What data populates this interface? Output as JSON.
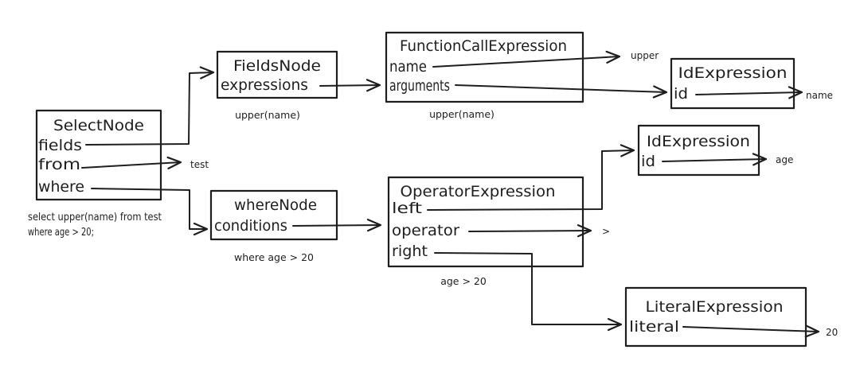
{
  "canvas": {
    "background": "#ffffff",
    "stroke_color": "#1e1e1e"
  },
  "sql_note": {
    "line1": "select upper(name) from test",
    "line2": "where age > 20;"
  },
  "nodes": {
    "select_node": {
      "title": "SelectNode",
      "field_fields": "fields",
      "field_from": "from",
      "field_where": "where"
    },
    "fields_node": {
      "title": "FieldsNode",
      "field_expressions": "expressions",
      "caption": "upper(name)"
    },
    "function_call_expression": {
      "title": "FunctionCallExpression",
      "field_name": "name",
      "field_arguments": "arguments",
      "caption": "upper(name)"
    },
    "id_expression_name": {
      "title": "IdExpression",
      "field_id": "id"
    },
    "id_expression_age": {
      "title": "IdExpression",
      "field_id": "id"
    },
    "where_node": {
      "title": "whereNode",
      "field_conditions": "conditions",
      "caption": "where age > 20"
    },
    "operator_expression": {
      "title": "OperatorExpression",
      "field_left": "left",
      "field_operator": "operator",
      "field_right": "right",
      "caption": "age > 20"
    },
    "literal_expression": {
      "title": "LiteralExpression",
      "field_literal": "literal"
    }
  },
  "value_labels": {
    "from_target": "test",
    "name_target": "upper",
    "id_name_target": "name",
    "id_age_target": "age",
    "operator_target": ">",
    "literal_target": "20"
  }
}
